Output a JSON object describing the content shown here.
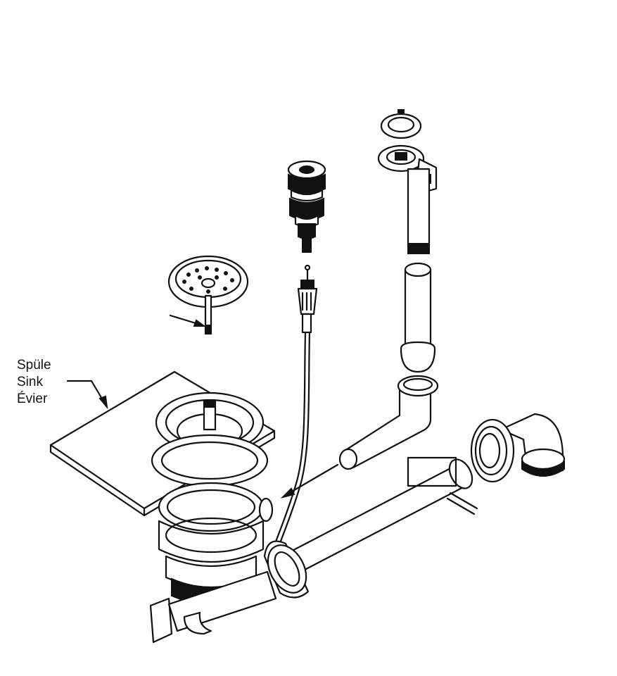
{
  "labels": {
    "line1": "Spüle",
    "line2": "Sink",
    "line3": "Évier"
  }
}
